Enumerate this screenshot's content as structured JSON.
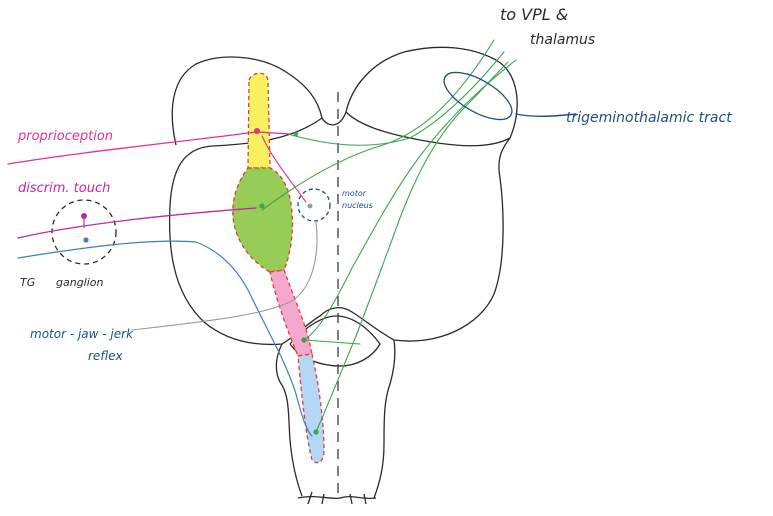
{
  "labels": {
    "to_upl": "to VPL &",
    "thalamus": "thalamus",
    "trigeminothalamic": "trigeminothalamic tract",
    "proprioception": "proprioception",
    "discrim_touch": "discrim. touch",
    "motor_nucleus_1": "motor",
    "motor_nucleus_2": "nucleus",
    "tg": "TG",
    "ganglion": "ganglion",
    "jaw_jerk_1": "motor - jaw - jerk",
    "jaw_jerk_2": "reflex"
  },
  "colors": {
    "outline": "#2a2a2a",
    "yellow_nucleus": "#f7f160",
    "green_nucleus": "#96cd57",
    "pink_nucleus": "#f5a8cc",
    "blue_nucleus": "#b3d7f5",
    "nucleus_border": "#e23b3b",
    "proprioception_line": "#e0338c",
    "touch_line": "#bb2aa6",
    "pain_line": "#3b7fc4",
    "tract_line": "#3aa44e",
    "label_blue": "#1c4f86",
    "motor_line": "#9a9a9a"
  }
}
